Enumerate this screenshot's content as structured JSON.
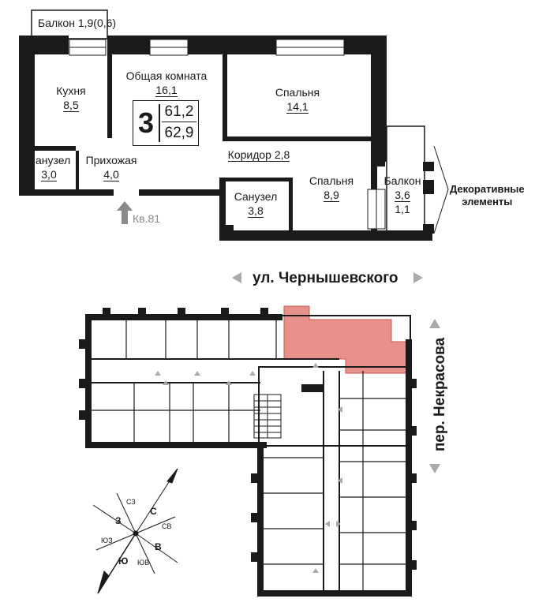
{
  "plan": {
    "balcony_top": "Балкон 1,9(0,6)",
    "rooms": [
      {
        "name": "Кухня",
        "area": "8,5"
      },
      {
        "name": "Общая комната",
        "area": "16,1"
      },
      {
        "name": "Спальня",
        "area": "14,1"
      },
      {
        "name": "Санузел",
        "area": "3,0"
      },
      {
        "name": "Прихожая",
        "area": "4,0"
      },
      {
        "name": "Коридор 2,8",
        "area": ""
      },
      {
        "name": "Санузел",
        "area": "3,8"
      },
      {
        "name": "Спальня",
        "area": "8,9"
      },
      {
        "name": "Балкон",
        "area": "3,6",
        "area2": "1,1"
      }
    ],
    "badge": {
      "rooms": "3",
      "area_living": "61,2",
      "area_total": "62,9"
    },
    "entrance": "Кв.81",
    "decor_line1": "Декоративные",
    "decor_line2": "элементы"
  },
  "streets": {
    "top": "ул. Чернышевского",
    "side": "пер. Некрасова"
  },
  "compass": {
    "labels": [
      "С",
      "СВ",
      "В",
      "ЮВ",
      "Ю",
      "ЮЗ",
      "З",
      "СЗ"
    ]
  },
  "colors": {
    "wall": "#1a1a1a",
    "highlight": "#e8908a",
    "arrow": "#8a8a8a"
  }
}
